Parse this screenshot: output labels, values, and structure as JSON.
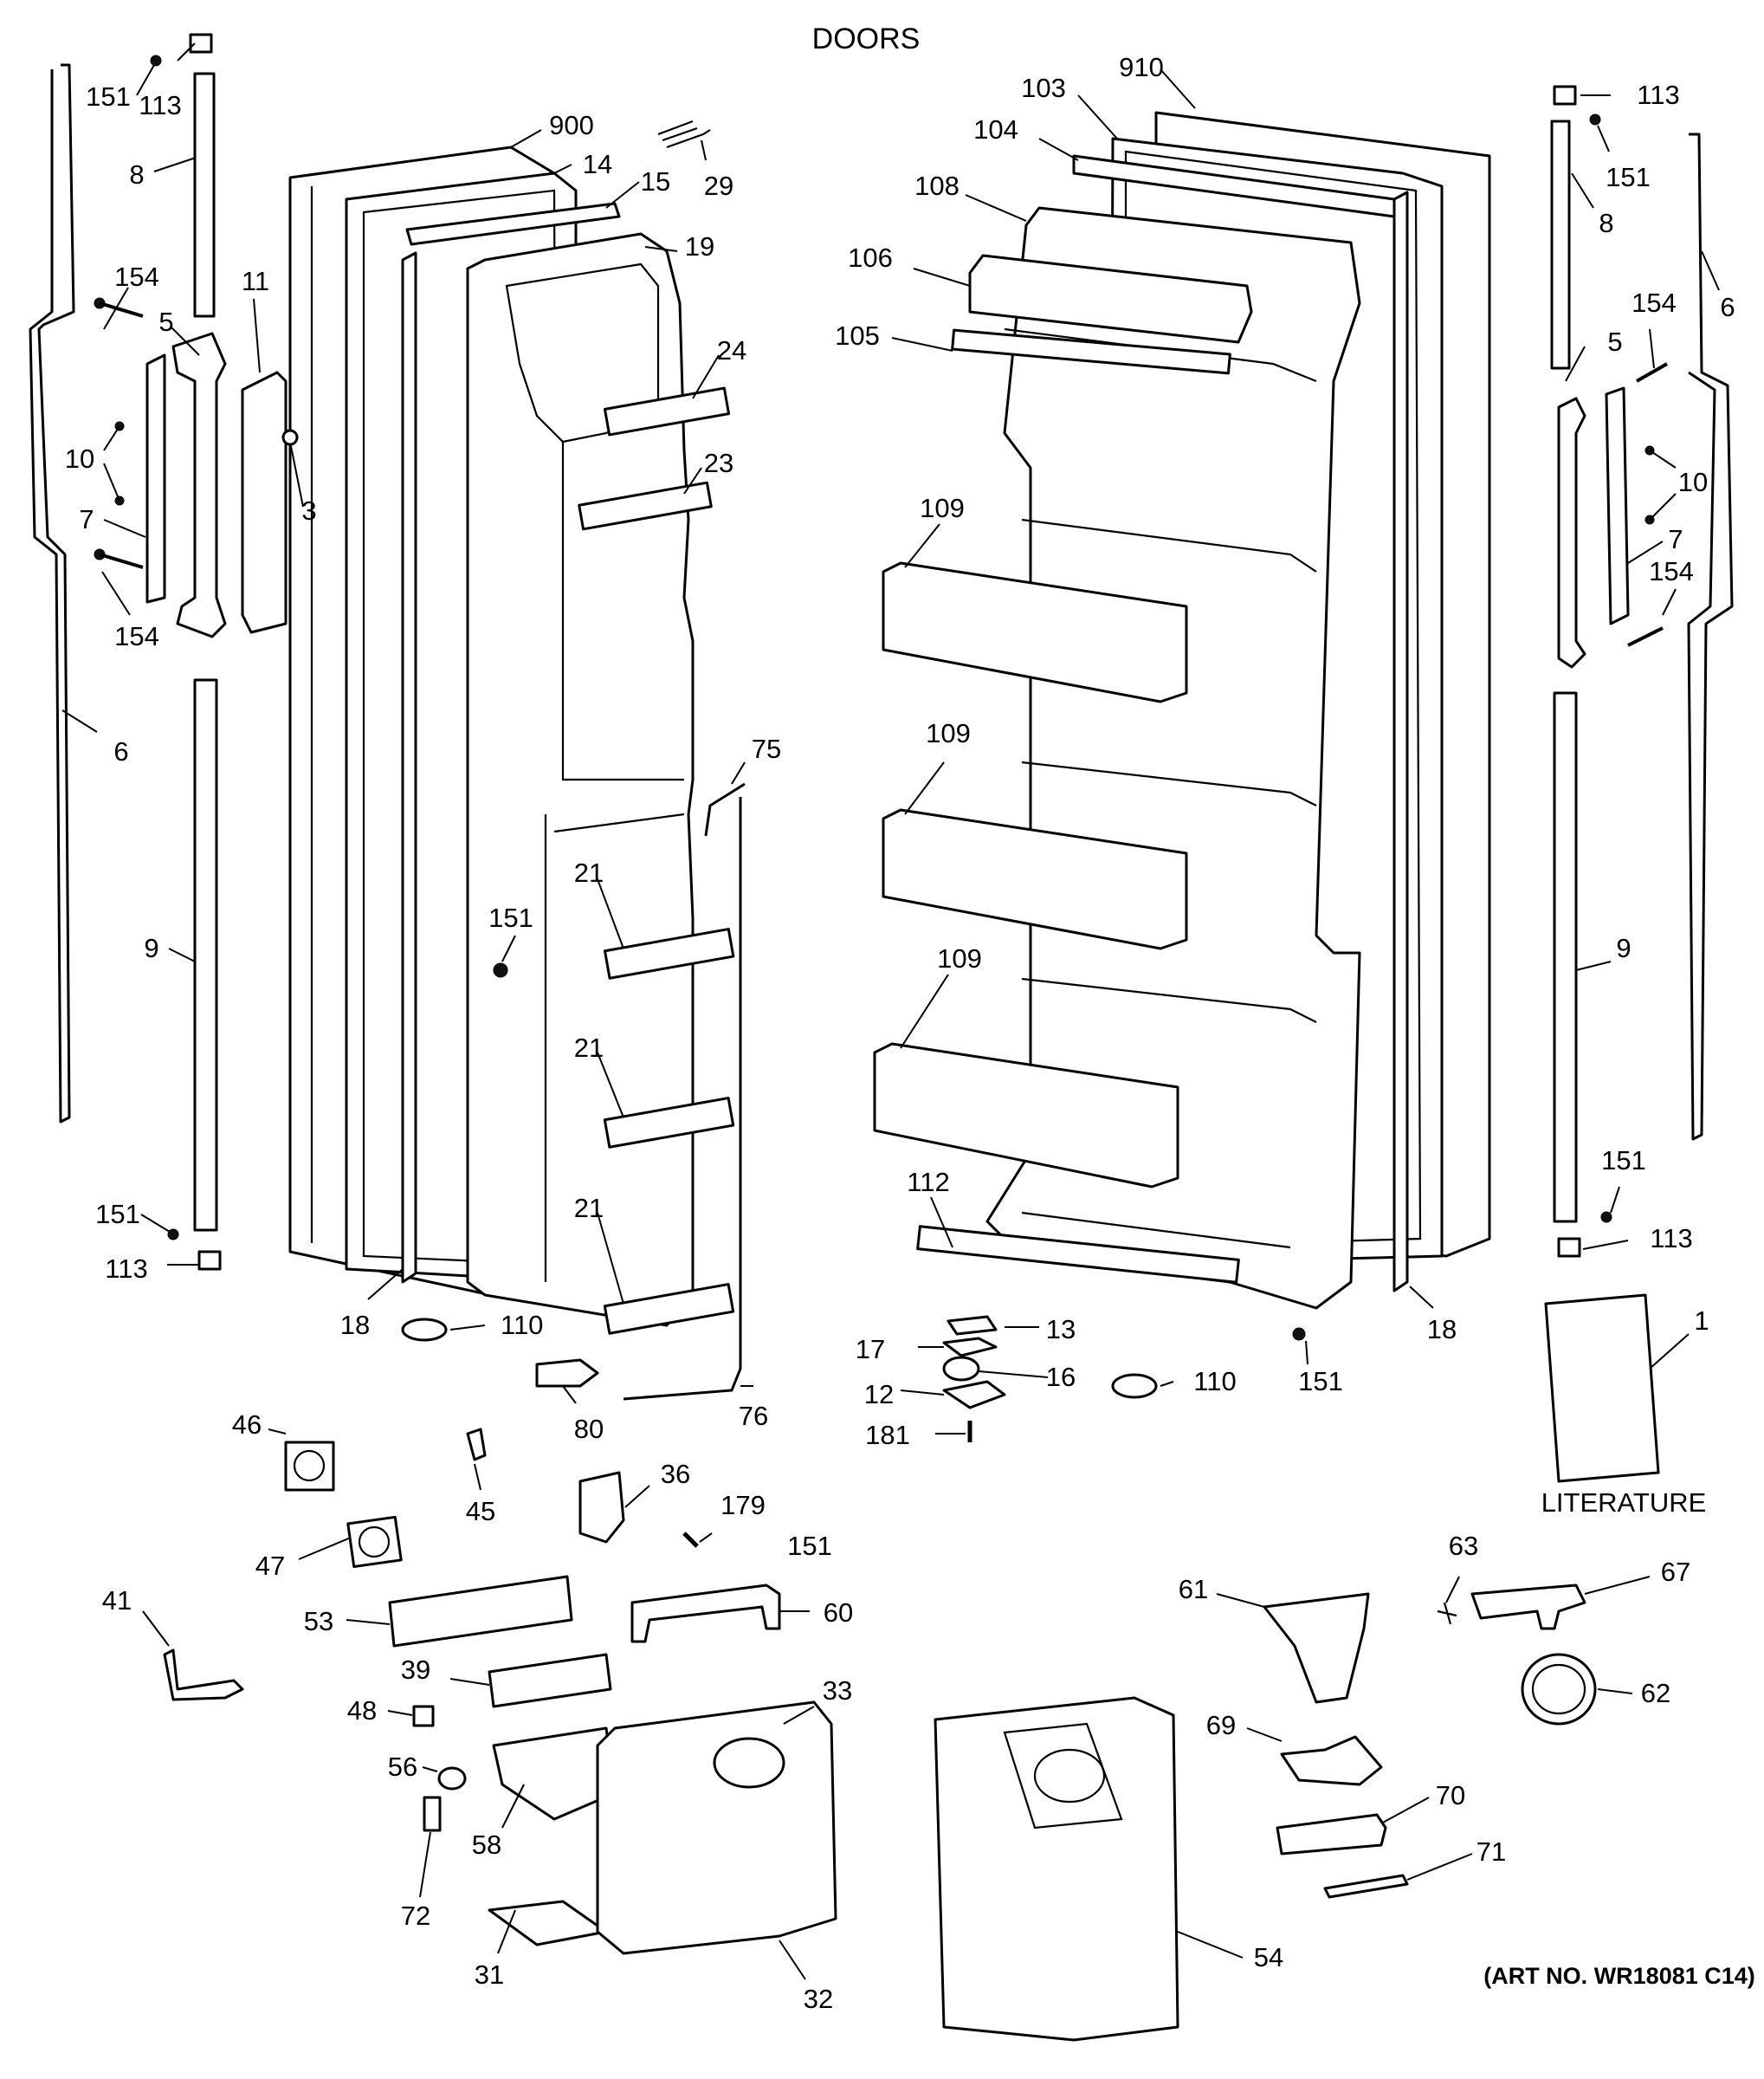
{
  "title": "DOORS",
  "literature_label": "LITERATURE",
  "art_number": "(ART NO. WR18081 C14)",
  "callouts": {
    "c151": "151",
    "c113": "113",
    "c8": "8",
    "c154": "154",
    "c5": "5",
    "c11": "11",
    "c10": "10",
    "c3": "3",
    "c7": "7",
    "c6": "6",
    "c9": "9",
    "c900": "900",
    "c14": "14",
    "c15": "15",
    "c29": "29",
    "c19": "19",
    "c24": "24",
    "c23": "23",
    "c75": "75",
    "c21": "21",
    "c18": "18",
    "c110": "110",
    "c80": "80",
    "c76": "76",
    "c910": "910",
    "c103": "103",
    "c104": "104",
    "c108": "108",
    "c106": "106",
    "c105": "105",
    "c109": "109",
    "c112": "112",
    "c13": "13",
    "c17": "17",
    "c16": "16",
    "c12": "12",
    "c181": "181",
    "c1": "1",
    "c46": "46",
    "c45": "45",
    "c36": "36",
    "c179": "179",
    "c47": "47",
    "c41": "41",
    "c53": "53",
    "c60": "60",
    "c39": "39",
    "c48": "48",
    "c33": "33",
    "c56": "56",
    "c58": "58",
    "c72": "72",
    "c31": "31",
    "c32": "32",
    "c54": "54",
    "c61": "61",
    "c63": "63",
    "c67": "67",
    "c62": "62",
    "c69": "69",
    "c70": "70",
    "c71": "71"
  }
}
